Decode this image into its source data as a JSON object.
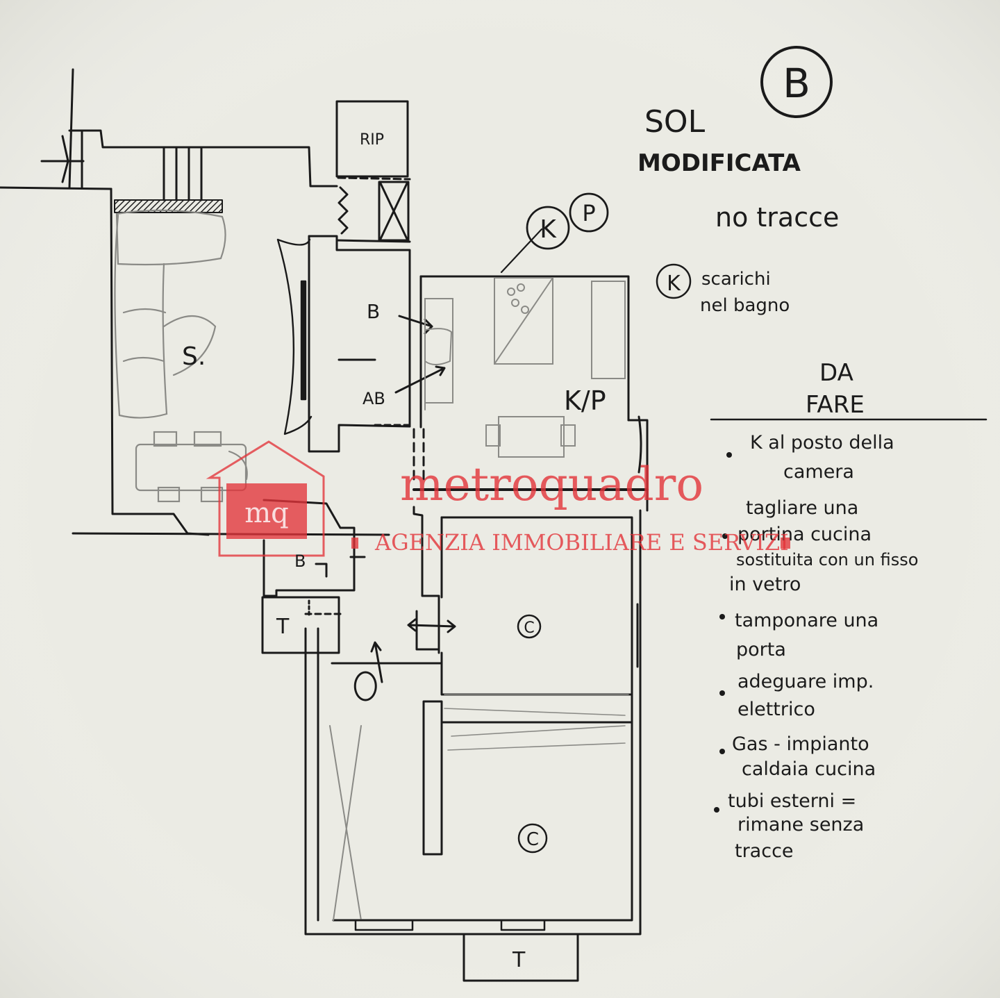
{
  "header": {
    "badge": "B",
    "title_line1": "SOL",
    "title_line2": "MODIFICATA",
    "subtitle": "no tracce",
    "note_mark": "K",
    "note_line1": "scarichi",
    "note_line2": "nel bagno"
  },
  "rooms": {
    "rip": "RIP",
    "b_bath": "B",
    "ab": "AB",
    "soggiorno": "S.",
    "kp_tag_k": "K",
    "kp_tag_p": "P",
    "kp_room": "K/P",
    "bath_small": "B",
    "terrace_left": "T",
    "camera_1": "C",
    "camera_2": "C",
    "terrace_bottom": "T"
  },
  "todo": {
    "heading_line1": "DA",
    "heading_line2": "FARE",
    "items": [
      {
        "line1": "K al posto della",
        "line2": "camera"
      },
      {
        "line1": "tagliare una",
        "line2": "portina cucina",
        "line3": "sostituita con un fisso",
        "line4": "in vetro"
      },
      {
        "line1": "tamponare una",
        "line2": "porta"
      },
      {
        "line1": "adeguare imp.",
        "line2": "elettrico"
      },
      {
        "line1": "Gas - impianto",
        "line2": "caldaia cucina"
      },
      {
        "line1": "tubi esterni =",
        "line2": "rimane senza",
        "line3": "tracce"
      }
    ]
  },
  "watermark": {
    "logo_text": "mq",
    "brand": "metroquadro",
    "tagline": "AGENZIA IMMOBILIARE E SERVIZI",
    "accent_color": "#e3343a"
  }
}
